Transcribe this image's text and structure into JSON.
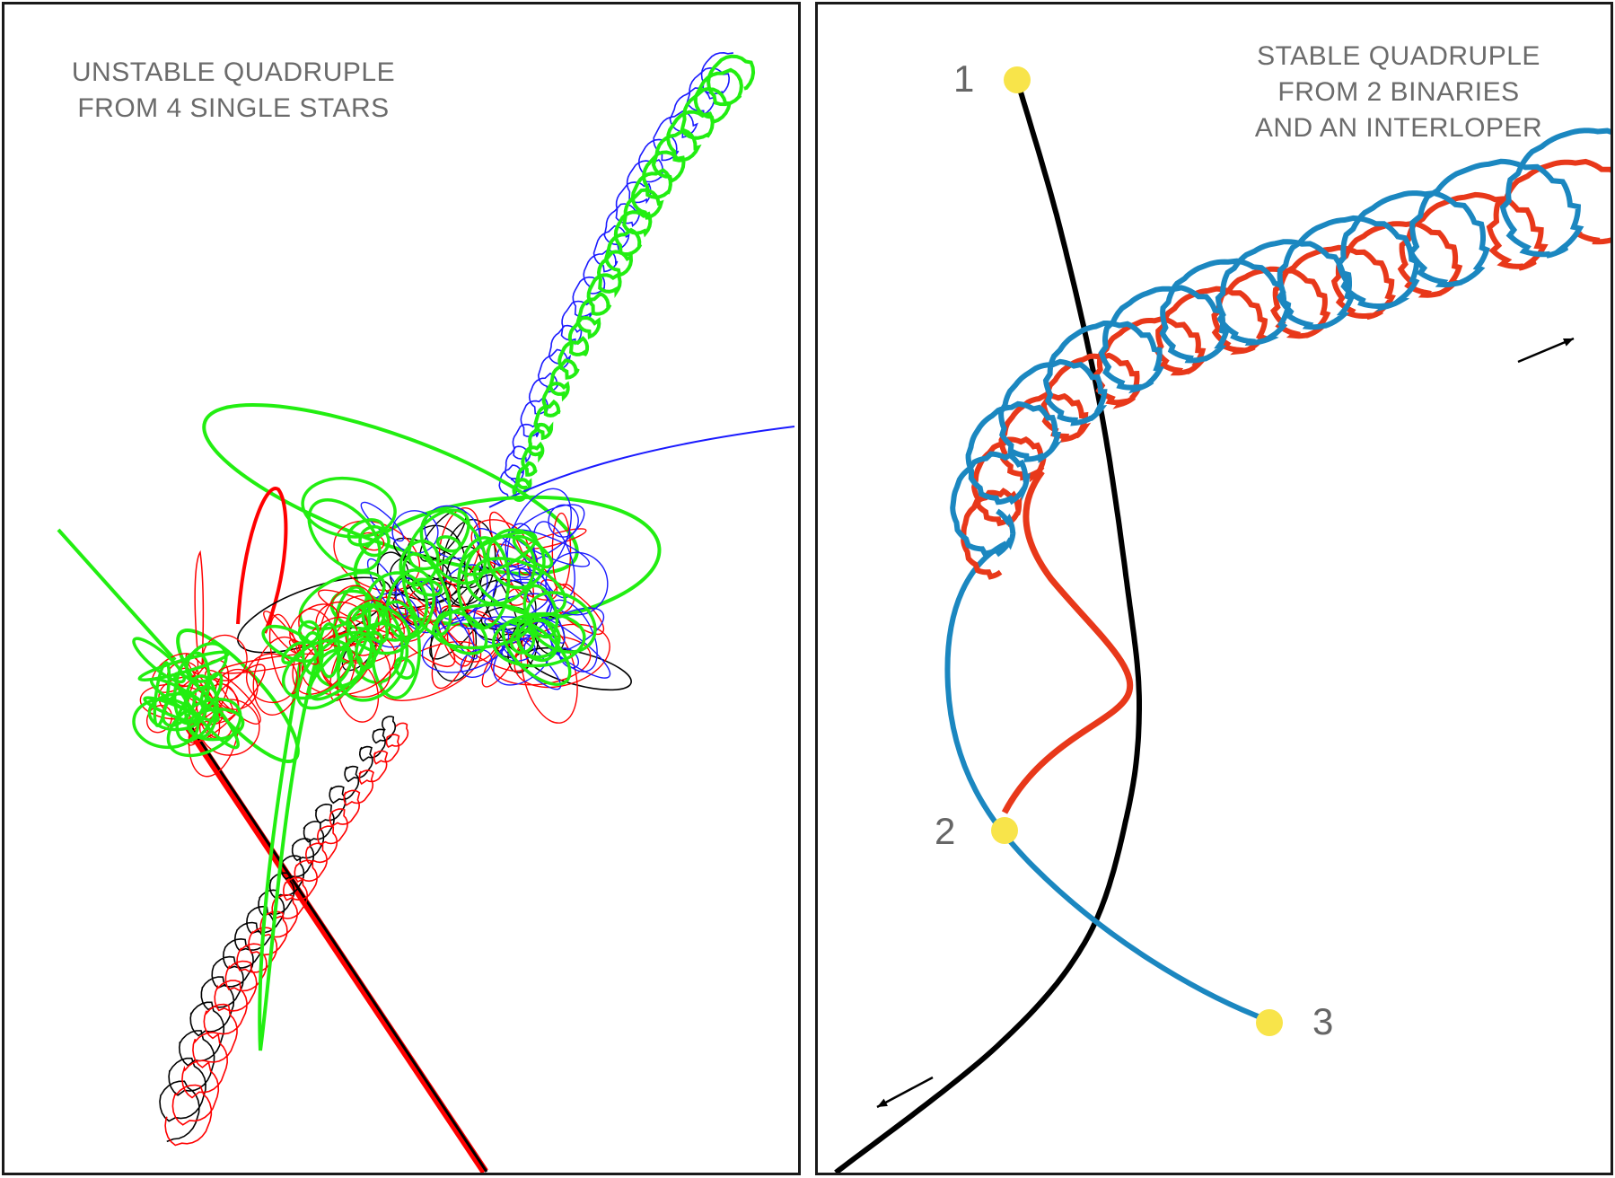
{
  "left_panel": {
    "title": "UNSTABLE QUADRUPLE\nFROM 4 SINGLE STARS",
    "track_colors": {
      "black": "#000000",
      "red": "#ff0000",
      "blue": "#1a1aff",
      "green": "#22ee11"
    }
  },
  "right_panel": {
    "title": "STABLE QUADRUPLE\nFROM 2 BINARIES\nAND AN INTERLOPER",
    "markers": [
      {
        "label": "1"
      },
      {
        "label": "2"
      },
      {
        "label": "3"
      }
    ],
    "track_colors": {
      "black": "#000000",
      "red": "#e8381a",
      "blue": "#1b87c0",
      "marker": "#f8e44a"
    }
  }
}
